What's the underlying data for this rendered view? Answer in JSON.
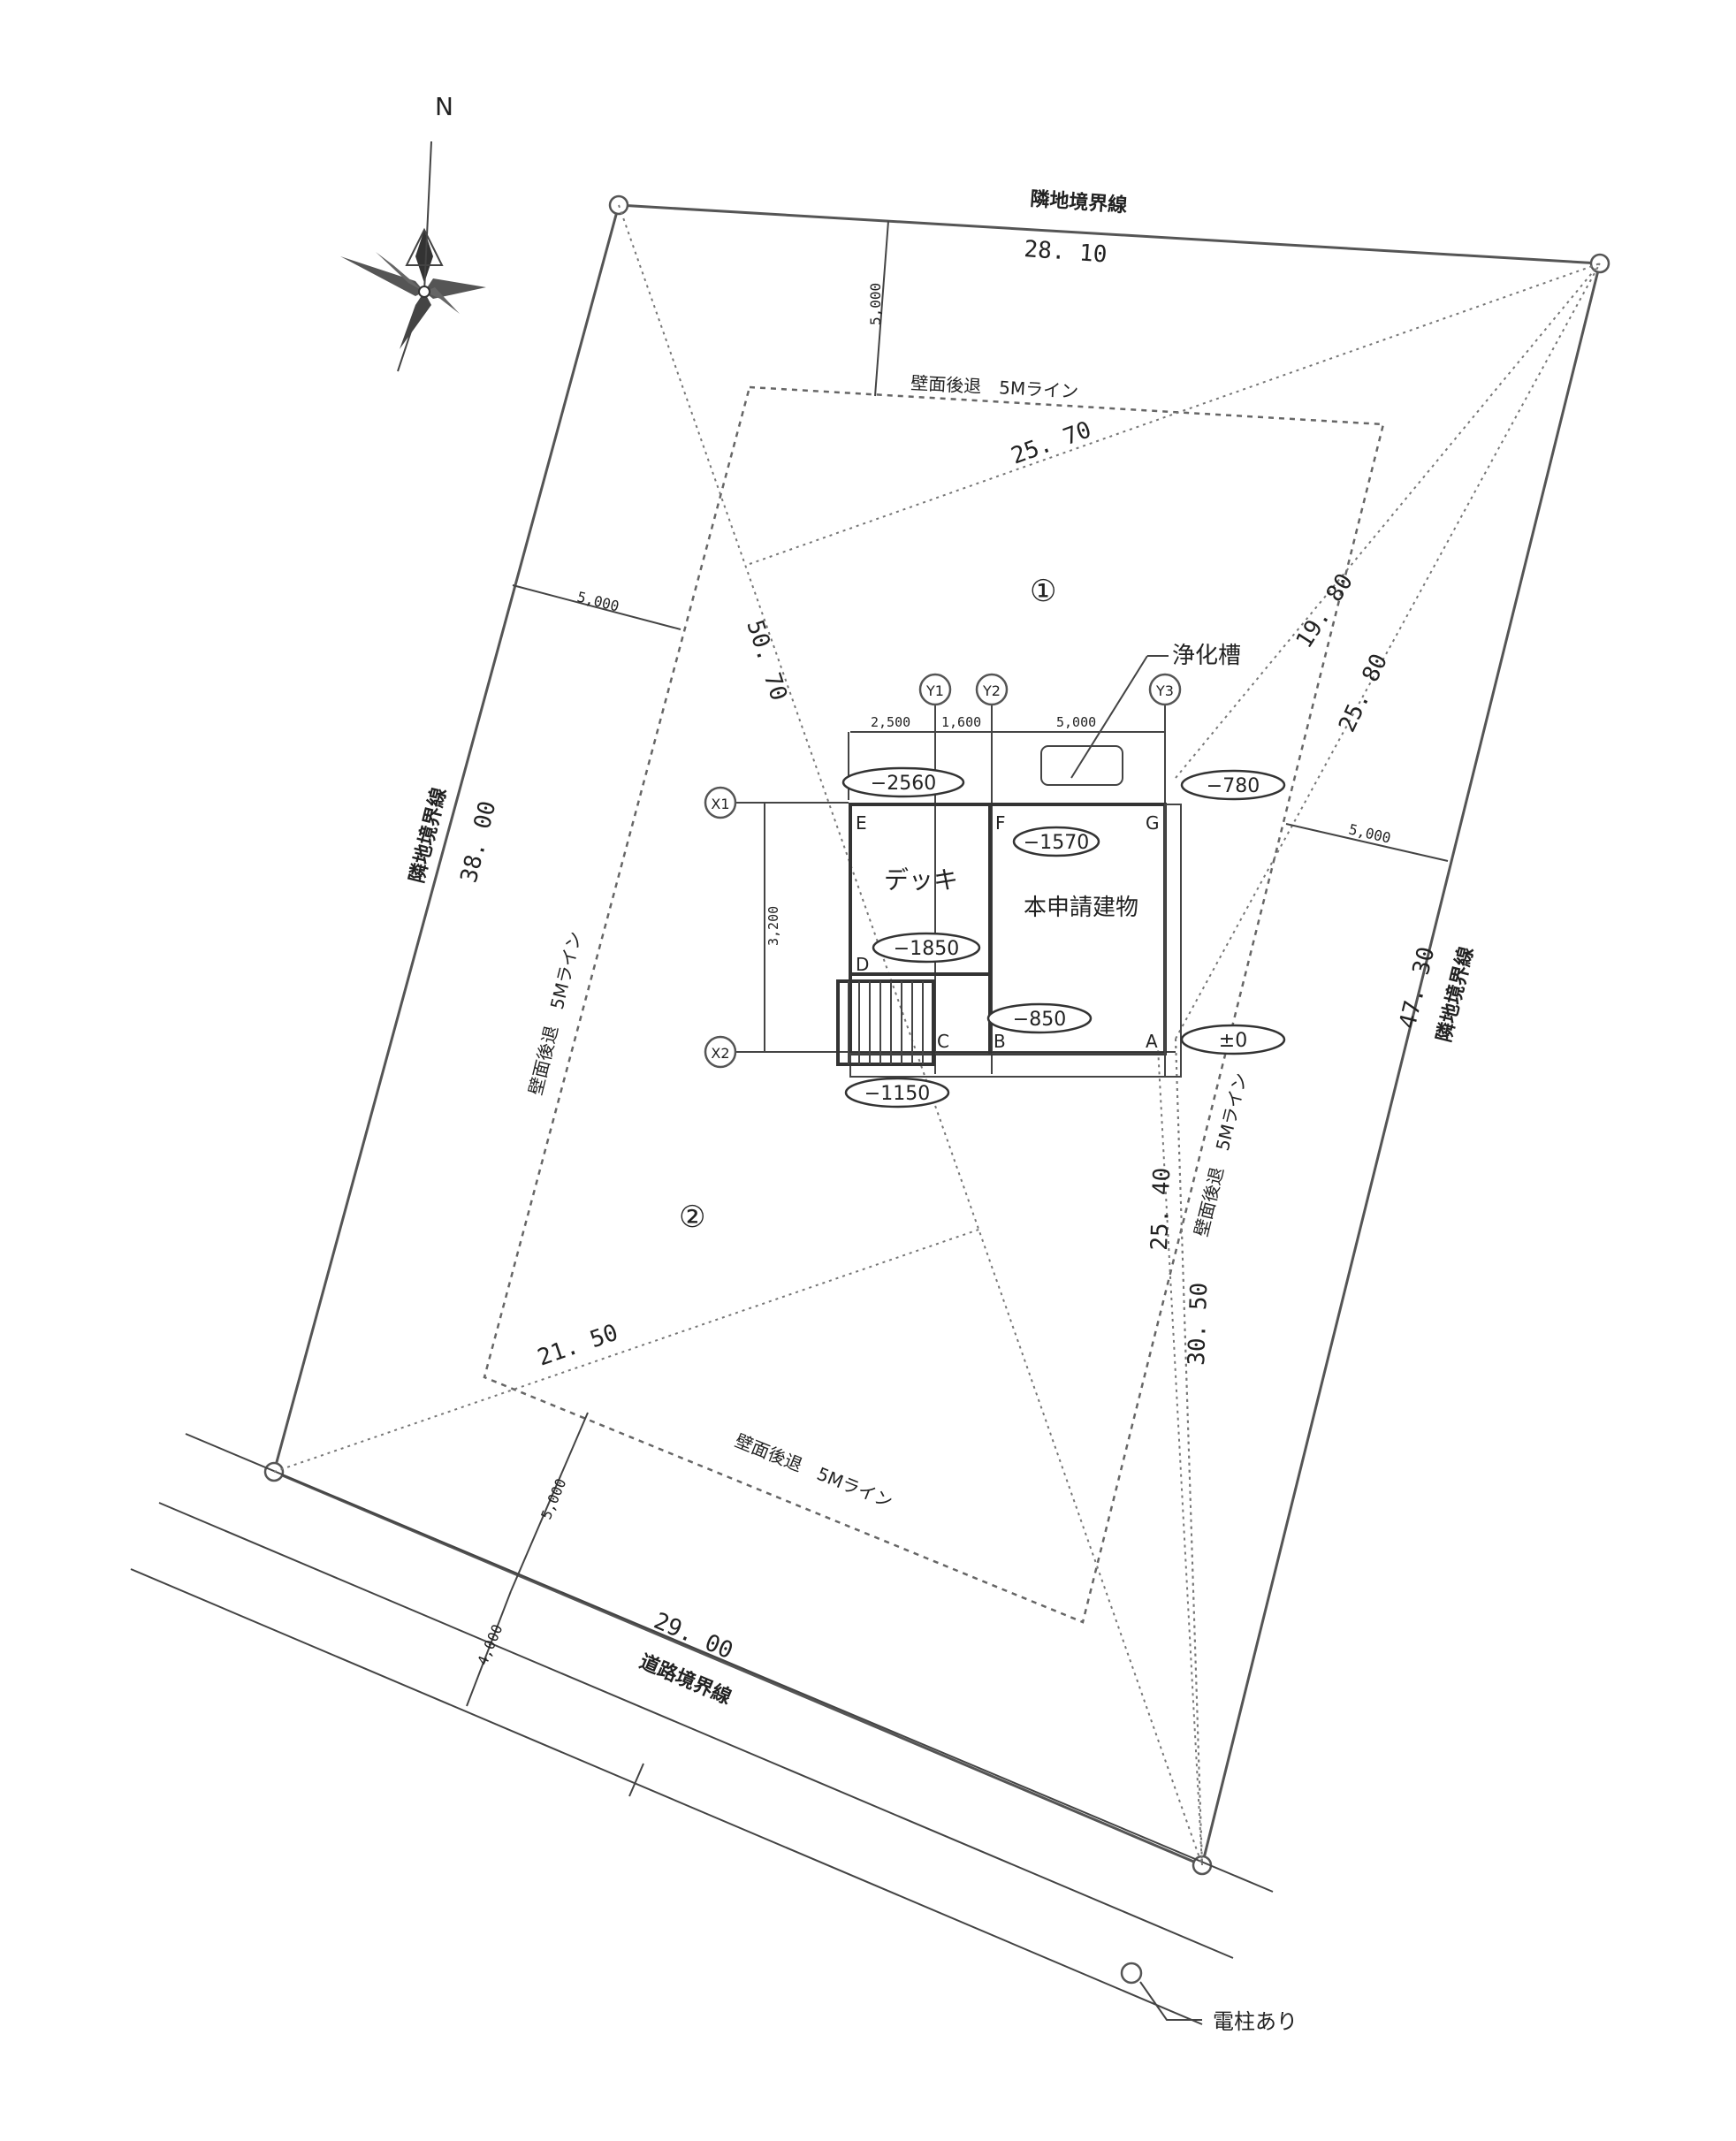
{
  "north_label": "N",
  "boundaries": {
    "neighbor_top": "隣地境界線",
    "neighbor_left": "隣地境界線",
    "neighbor_right": "隣地境界線",
    "road": "道路境界線"
  },
  "lengths": {
    "top": "28. 10",
    "diag_top": "25. 70",
    "diag_left": "50. 70",
    "left": "38. 00",
    "right": "47. 30",
    "diag_r1": "19. 80",
    "diag_r2": "25. 80",
    "diag_r3": "25. 40",
    "diag_r4": "30. 50",
    "diag_bottom": "21. 50",
    "road": "29. 00"
  },
  "setbacks": {
    "top_dist": "5,000",
    "left_dist": "5,000",
    "right_dist": "5,000",
    "bottom_dist": "5,000",
    "road_dist": "4,000",
    "line_top": "壁面後退　5Mライン",
    "line_left": "壁面後退　5Mライン",
    "line_right": "壁面後退　5Mライン",
    "line_bottom": "壁面後退　5Mライン"
  },
  "areas": {
    "area1": "①",
    "area2": "②"
  },
  "grid": {
    "x1": "X1",
    "x2": "X2",
    "y1": "Y1",
    "y2": "Y2",
    "y3": "Y3",
    "dim_a": "2,500",
    "dim_b": "1,600",
    "dim_c": "5,000",
    "dim_v": "3,200"
  },
  "building": {
    "deck": "デッキ",
    "main": "本申請建物",
    "septic": "浄化槽",
    "points": {
      "a": "A",
      "b": "B",
      "c": "C",
      "d": "D",
      "e": "E",
      "f": "F",
      "g": "G"
    }
  },
  "levels": {
    "l2560": "−2560",
    "l780": "−780",
    "l1570": "−1570",
    "l1850": "−1850",
    "l850": "−850",
    "l0": "±0",
    "l1150": "−1150"
  },
  "pole_label": "電柱あり"
}
